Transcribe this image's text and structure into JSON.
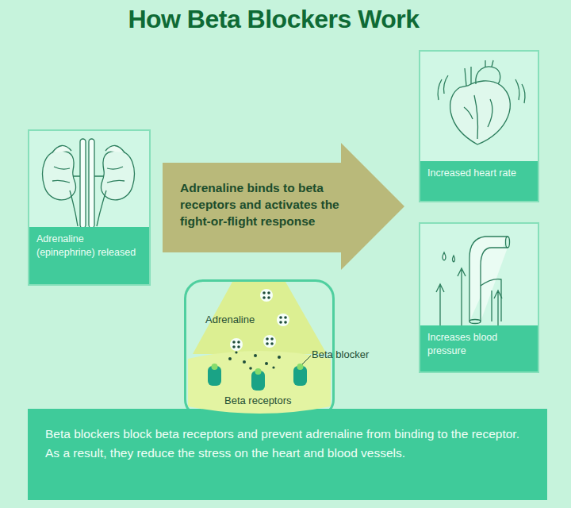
{
  "diagram": {
    "title": "How Beta Blockers Work",
    "nodes": [
      {
        "text": [
          "Adrenaline (epinephrine) released"
        ]
      },
      {
        "text": [
          "Adrenaline binds to beta receptors and activates the fight-or-flight response"
        ]
      },
      {
        "text": [
          "Increased heart rate"
        ]
      },
      {
        "text": [
          "Increases blood pressure"
        ]
      },
      {
        "text": [
          "Adrenaline",
          "Beta blocker",
          "Beta receptors"
        ]
      },
      {
        "text": [
          "Beta blockers block beta receptors and prevent adrenaline from binding to the receptor. As a result, they reduce the stress on the heart and blood vessels."
        ]
      }
    ]
  }
}
